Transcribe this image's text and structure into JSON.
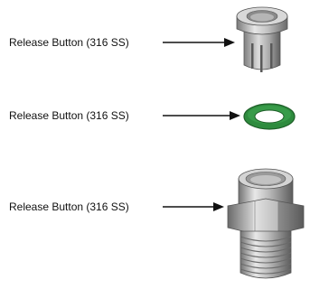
{
  "callouts": [
    {
      "label": "Release Button (316 SS)",
      "part_icon": "collet-sleeve-icon"
    },
    {
      "label": "Release Button (316 SS)",
      "part_icon": "o-ring-icon"
    },
    {
      "label": "Release Button (316 SS)",
      "part_icon": "threaded-fitting-body-icon"
    }
  ],
  "colors": {
    "text": "#111111",
    "arrow": "#111111",
    "metal_light": "#e4e4e4",
    "metal_mid": "#b0b0b0",
    "metal_dark": "#6e6e6e",
    "o_ring": "#2e8b3e",
    "o_ring_dark": "#1d5e27"
  }
}
